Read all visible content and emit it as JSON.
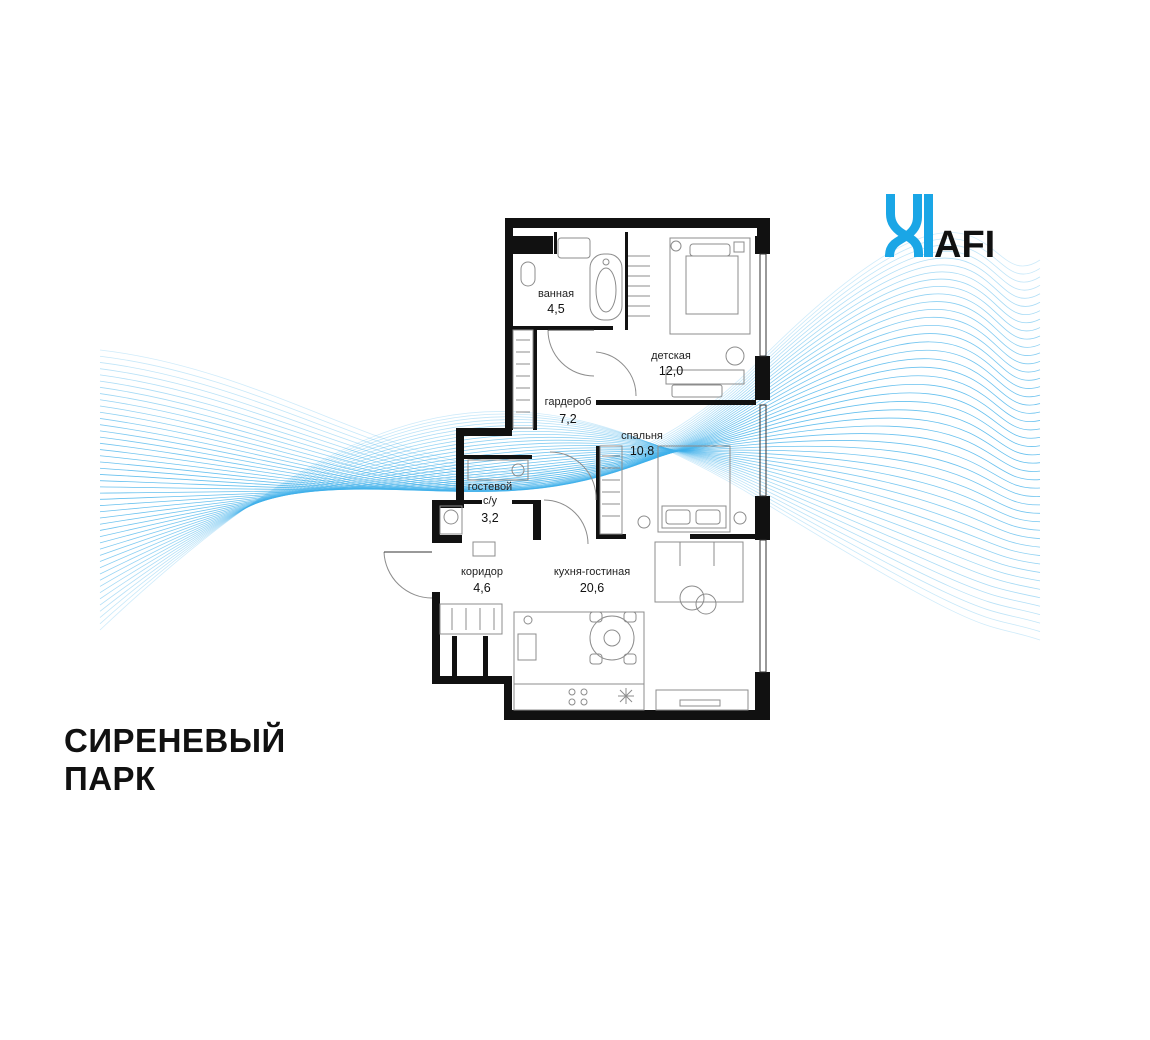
{
  "brand": {
    "logo_text": "AFI",
    "accent": "#1aa6e6"
  },
  "project": {
    "line1": "СИРЕНЕВЫЙ",
    "line2": "ПАРК"
  },
  "rooms": {
    "bath": {
      "label": "ванная",
      "area": "4,5"
    },
    "kids": {
      "label": "детская",
      "area": "12,0"
    },
    "wardrobe": {
      "label": "гардероб",
      "area": "7,2"
    },
    "bedroom": {
      "label": "спальня",
      "area": "10,8"
    },
    "wc": {
      "label1": "гостевой",
      "label2": "с/у",
      "area": "3,2"
    },
    "hall": {
      "label": "коридор",
      "area": "4,6"
    },
    "kitchen": {
      "label": "кухня-гостиная",
      "area": "20,6"
    }
  },
  "colors": {
    "wall": "#111111",
    "line": "#9a9a9a",
    "wave": "#3fb0ea"
  }
}
